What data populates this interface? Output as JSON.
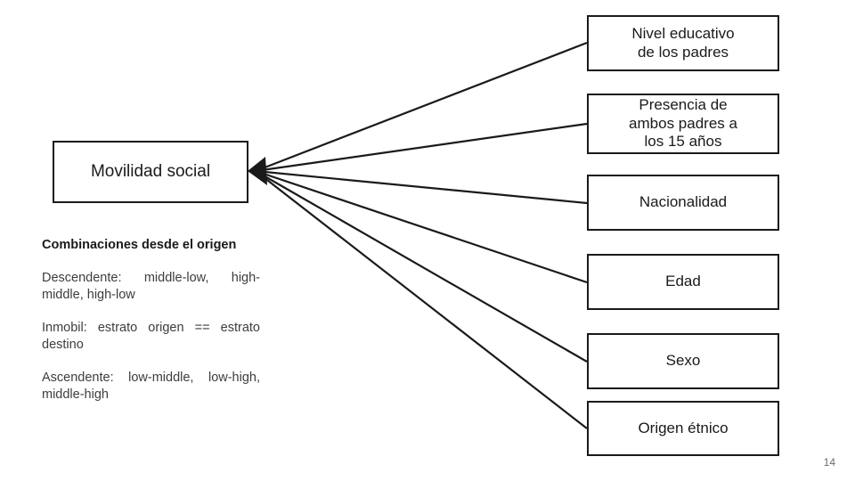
{
  "slide": {
    "background_color": "#ffffff",
    "line_color": "#1a1a1a",
    "text_color": "#1a1a1a",
    "page_number": "14"
  },
  "center_node": {
    "label": "Movilidad social"
  },
  "factors": [
    {
      "label": "Nivel educativo\nde los padres"
    },
    {
      "label": "Presencia de\nambos padres a\nlos 15 años"
    },
    {
      "label": "Nacionalidad"
    },
    {
      "label": "Edad"
    },
    {
      "label": "Sexo"
    },
    {
      "label": "Origen étnico"
    }
  ],
  "notes": {
    "heading": "Combinaciones desde el origen",
    "paragraphs": [
      "Descendente: middle-low, high-middle, high-low",
      "Inmobil: estrato origen == estrato destino",
      "Ascendente: low-middle, low-high, middle-high"
    ]
  },
  "chart_data": {
    "type": "diagram",
    "layout": "radial-convergent",
    "title": "Movilidad social",
    "center": "Movilidad social",
    "nodes": [
      "Nivel educativo de los padres",
      "Presencia de ambos padres a los 15 años",
      "Nacionalidad",
      "Edad",
      "Sexo",
      "Origen étnico"
    ],
    "edges": [
      {
        "from": "Nivel educativo de los padres",
        "to": "Movilidad social",
        "arrow": "to-center"
      },
      {
        "from": "Presencia de ambos padres a los 15 años",
        "to": "Movilidad social",
        "arrow": "to-center"
      },
      {
        "from": "Nacionalidad",
        "to": "Movilidad social",
        "arrow": "to-center"
      },
      {
        "from": "Edad",
        "to": "Movilidad social",
        "arrow": "to-center"
      },
      {
        "from": "Sexo",
        "to": "Movilidad social",
        "arrow": "to-center"
      },
      {
        "from": "Origen étnico",
        "to": "Movilidad social",
        "arrow": "to-center"
      }
    ]
  }
}
